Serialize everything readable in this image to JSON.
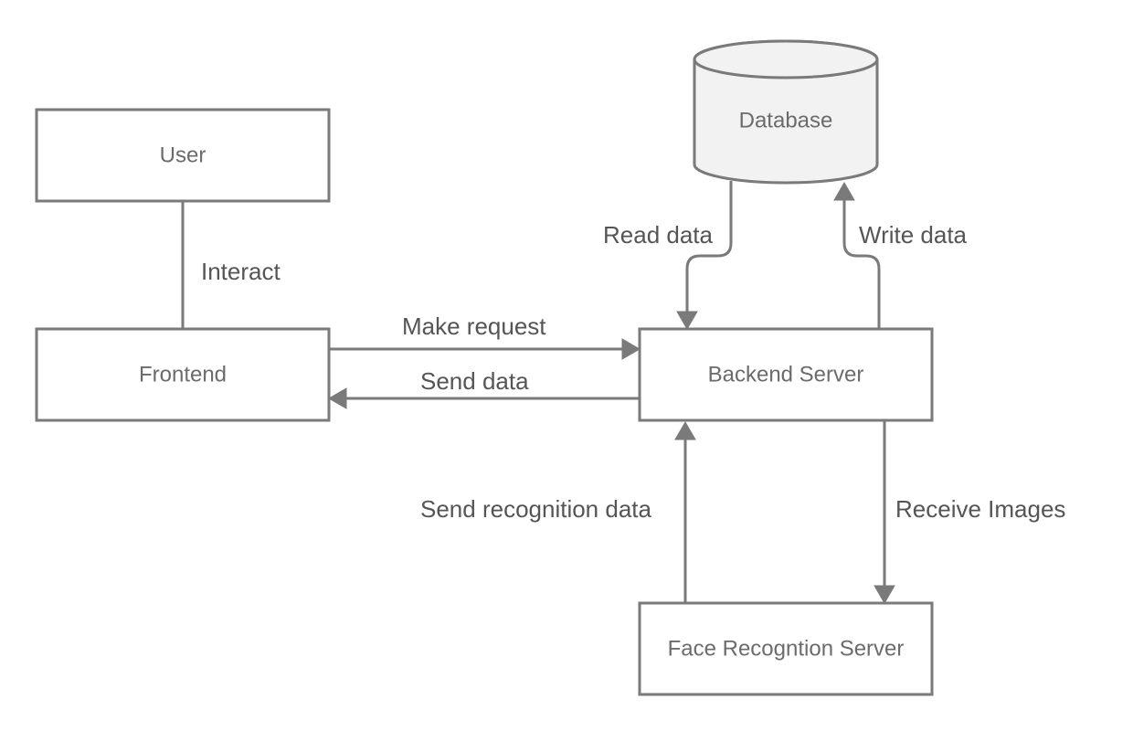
{
  "nodes": {
    "user": "User",
    "frontend": "Frontend",
    "database": "Database",
    "backend": "Backend Server",
    "face": "Face Recogntion Server"
  },
  "edges": {
    "interact": "Interact",
    "make_request": "Make request",
    "send_data": "Send data",
    "read_data": "Read data",
    "write_data": "Write data",
    "send_recognition": "Send recognition data",
    "receive_images": "Receive Images"
  },
  "colors": {
    "stroke": "#7a7a7a",
    "db_fill": "#f2f2f2",
    "text": "#555555"
  }
}
